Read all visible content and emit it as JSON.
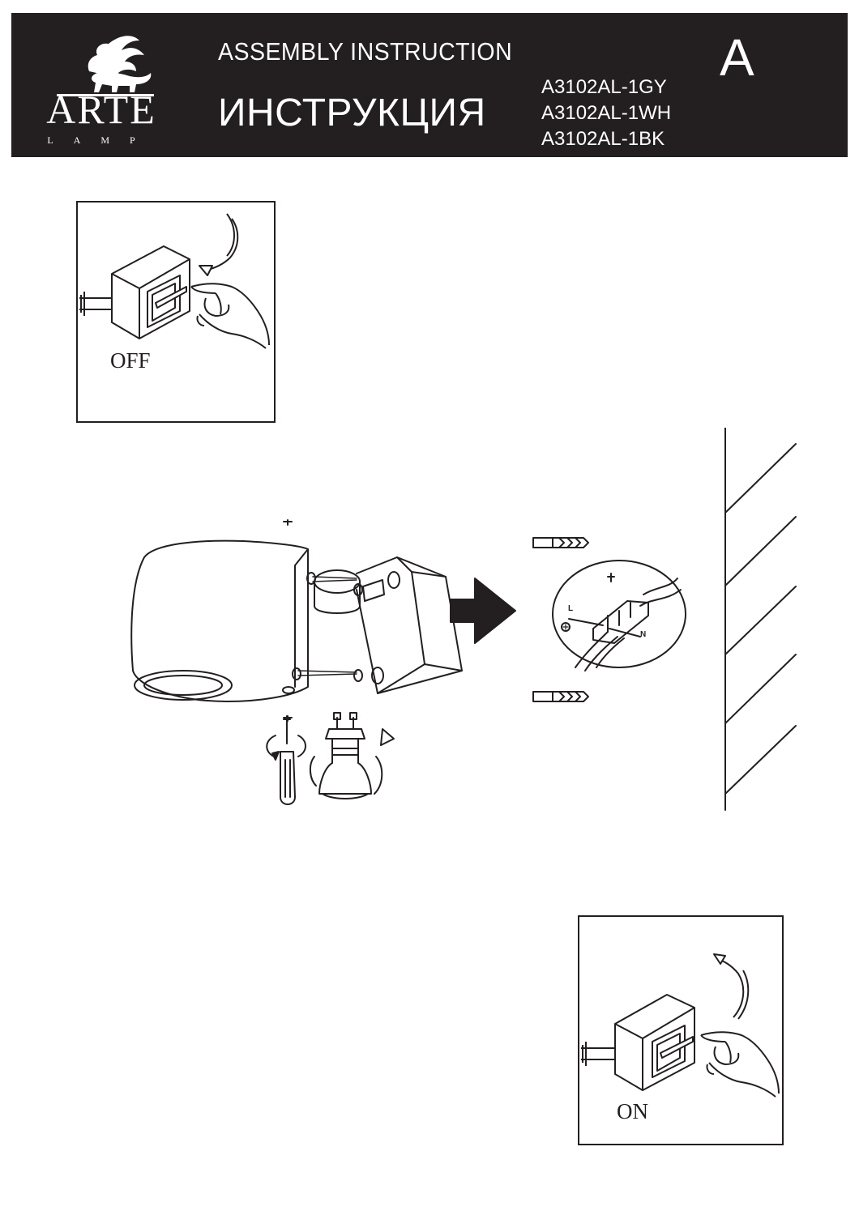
{
  "header": {
    "brand": "ARTE",
    "brand_sub": "LAMP",
    "title_en": "ASSEMBLY INSTRUCTION",
    "title_ru": "ИНСТРУКЦИЯ",
    "models": [
      "A3102AL-1GY",
      "A3102AL-1WH",
      "A3102AL-1BK"
    ],
    "variant_letter": "A",
    "logo_icon": "griffin-logo-icon"
  },
  "steps": {
    "switch_off_label": "OFF",
    "switch_on_label": "ON"
  },
  "wiring": {
    "live_label": "L",
    "neutral_label": "N",
    "ground_icon": "ground-symbol-icon"
  },
  "colors": {
    "header_bg": "#231f20",
    "line": "#231f20"
  }
}
